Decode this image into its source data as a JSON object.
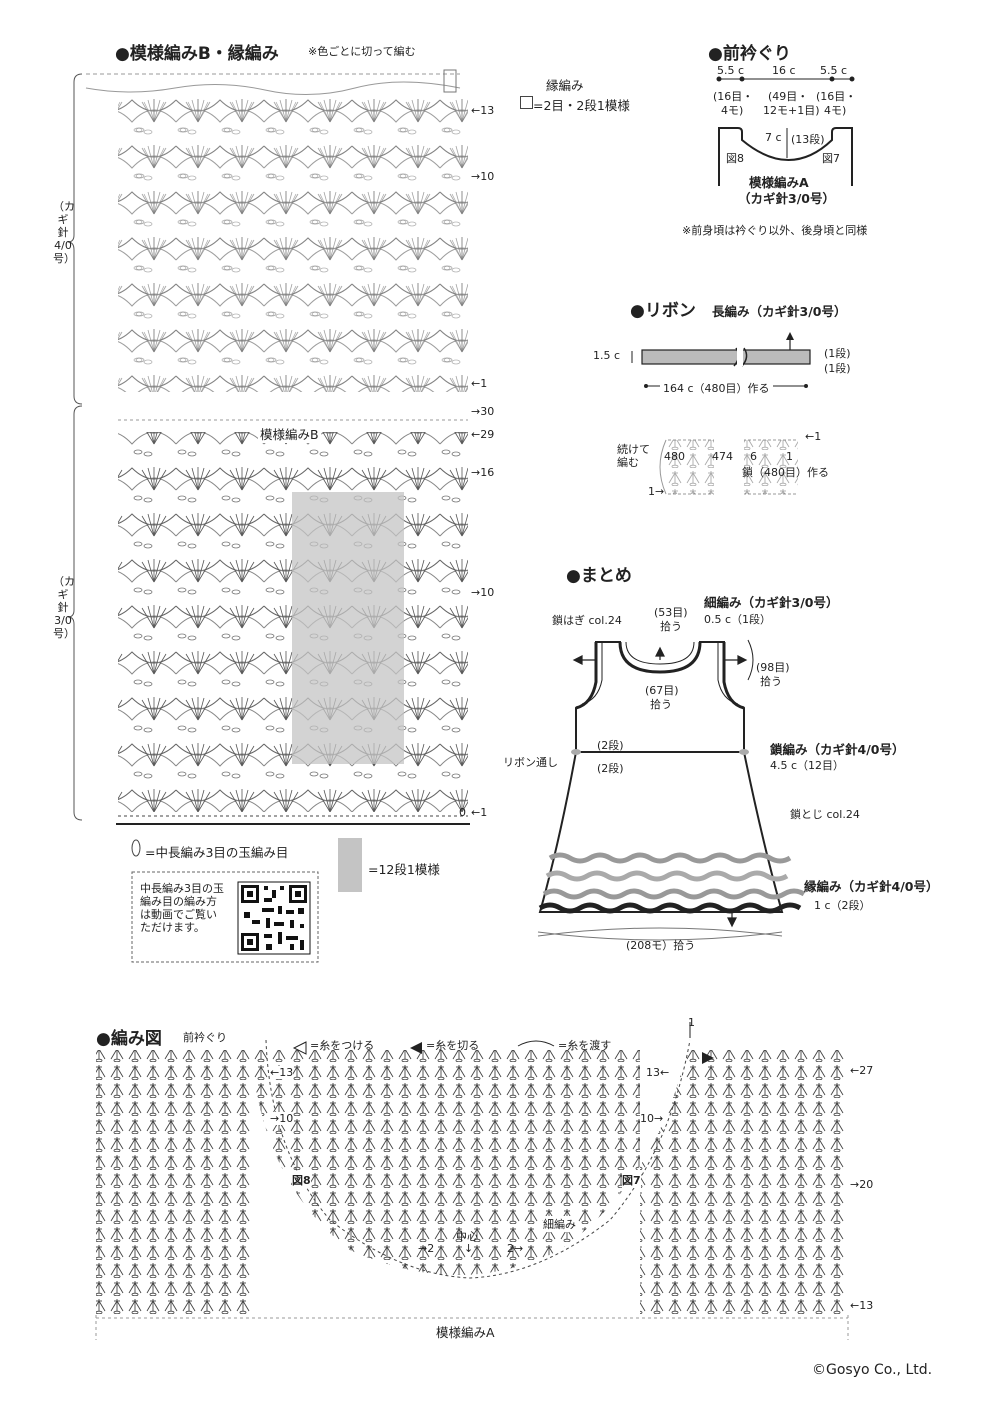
{
  "sections": {
    "patternB": {
      "title": "●模様編みB・縁編み",
      "note": "※色ごとに切って編む",
      "edge_label": "縁編み",
      "repeat_note": "=2目・2段1模様",
      "hook_upper": [
        "（カ",
        "ギ",
        "針",
        "4/0",
        "号）"
      ],
      "hook_lower": [
        "（カ",
        "ギ",
        "針",
        "3/0",
        "号）"
      ],
      "pattern_label": "模様編みB",
      "row_markers_upper": [
        "←13",
        "→10",
        "←1"
      ],
      "row_markers_lower": [
        "→30",
        "←29",
        "→16",
        "→10",
        "←1"
      ],
      "row_zero": "0",
      "legend_bobble": "=中長編み3目の玉編み目",
      "legend_repeat": "=12段1模様",
      "qr_text": [
        "中長編み3目の玉",
        "編み目の編み方",
        "は動画でご覧い",
        "ただけます。"
      ]
    },
    "neckline": {
      "title": "●前衿ぐり",
      "top_dims": [
        "5.5 c",
        "16 c",
        "5.5 c"
      ],
      "sub_dims": [
        "(16目・",
        "(49目・",
        "(16目・"
      ],
      "sub_dims2": [
        "4モ)",
        "12モ+1目)",
        "4モ)"
      ],
      "center_dim": "7 c",
      "center_rows": "(13段)",
      "fig_left": "図8",
      "fig_right": "図7",
      "pattern_a": "模様編みA",
      "hook": "（カギ針3/0号）",
      "note": "※前身頃は衿ぐり以外、後身頃と同様"
    },
    "ribbon": {
      "title": "●リボン",
      "method": "長編み（カギ針3/0号）",
      "width": "1.5 c",
      "rows_top": "(1段)",
      "rows_bottom": "(1段)",
      "length": "164 c（480目）作る",
      "continue_label": [
        "続けて",
        "編む"
      ],
      "stitch_numbers": [
        "480",
        "474",
        "6",
        "1"
      ],
      "chain_made": "鎖（480目）作る",
      "row_in": "1→",
      "row_out": "←1"
    },
    "assembly": {
      "title": "●まとめ",
      "chain_join": "鎖はぎ col.24",
      "pick_53": "(53目)",
      "pick_53b": "拾う",
      "sc_label": "細編み（カギ針3/0号）",
      "sc_rows": "0.5 c（1段）",
      "pick_98": "(98目)",
      "pick_98b": "拾う",
      "pick_67": "(67目)",
      "pick_67b": "拾う",
      "two_rows_top": "(2段)",
      "two_rows_bottom": "(2段)",
      "ribbon_hole": "リボン通し",
      "chain_st_label": "鎖編み（カギ針4/0号）",
      "chain_st_size": "4.5 c（12目）",
      "chain_close": "鎖とじ col.24",
      "edge_label": "縁編み（カギ針4/0号）",
      "edge_size": "1 c（2段）",
      "pick_208": "(208モ）拾う"
    },
    "chart": {
      "title": "●編み図",
      "subtitle": "前衿ぐり",
      "legend_attach": "=糸をつける",
      "legend_cut": "=糸を切る",
      "legend_carry": "=糸を渡す",
      "left_rows": [
        "←13",
        "→10"
      ],
      "right_rows": [
        "←27",
        "→20",
        "←13"
      ],
      "right_inner": [
        "13←",
        "10→"
      ],
      "top_marker": "1",
      "fig_left": "図8",
      "fig_right": "図7",
      "center": "中心",
      "sc_label": "細編み",
      "arrow_left": "→2",
      "arrow_right": "2→",
      "pattern_label": "模様編みA"
    }
  },
  "copyright": "©Gosyo Co., Ltd."
}
